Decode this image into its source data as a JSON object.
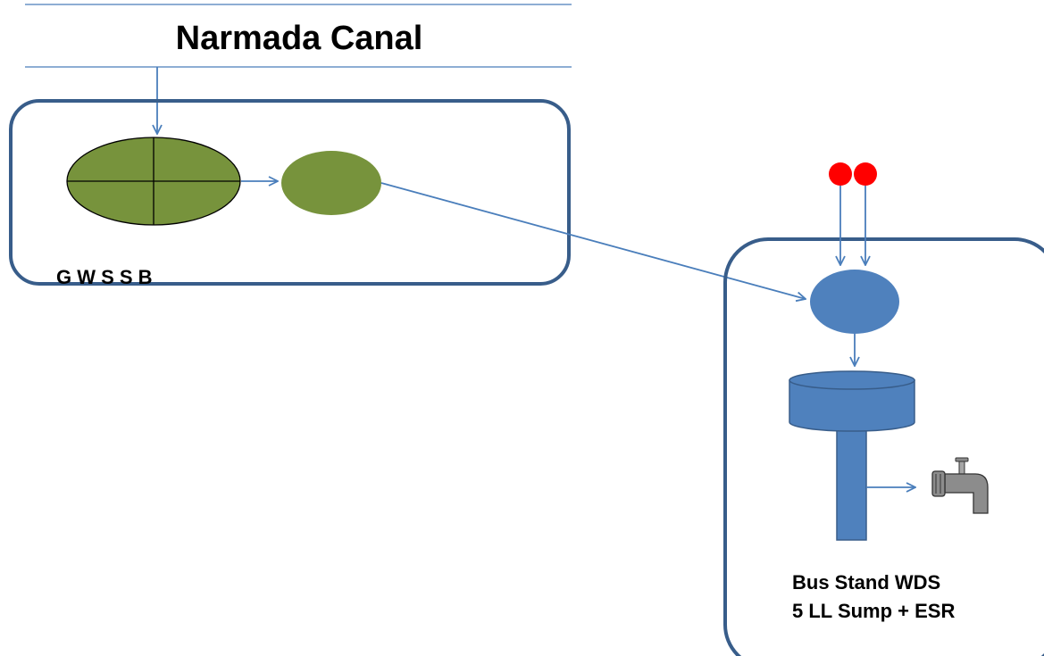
{
  "canal": {
    "title": "Narmada Canal"
  },
  "gwssb": {
    "label": "G W S S B"
  },
  "bus_stand": {
    "label_line1": "Bus Stand WDS",
    "label_line2": "5 LL Sump + ESR"
  },
  "colors": {
    "canal_line": "#4a7ebb",
    "box_border": "#385d8a",
    "green_fill": "#77933c",
    "blue_fill": "#4f81bd",
    "flow_arrow": "#4a7ebb",
    "source_dot": "#ff0000",
    "tap": "#7f7f7f"
  },
  "icons": [
    "canal-line",
    "treatment-plant-icon",
    "sump-icon",
    "borewell-icon",
    "sump-tank-icon",
    "esr-tank-icon",
    "water-tap-icon"
  ]
}
